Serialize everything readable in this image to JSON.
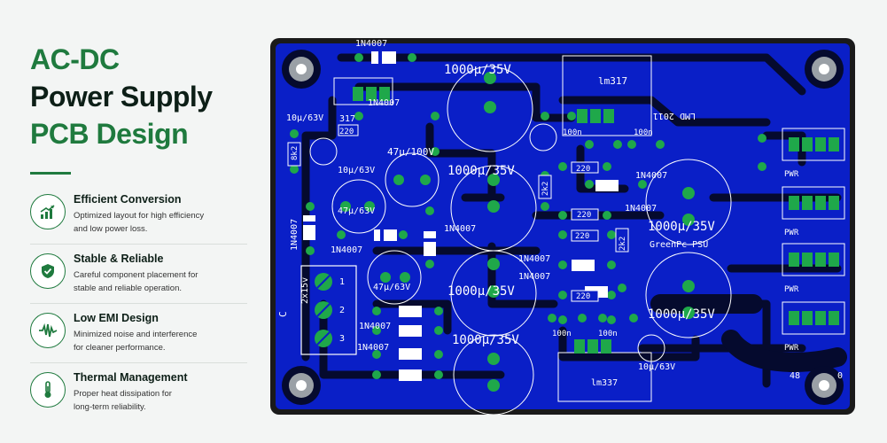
{
  "heading": {
    "line1": "AC-DC",
    "line2": "Power Supply",
    "line3": "PCB Design"
  },
  "features": [
    {
      "icon": "chart-growth-icon",
      "title": "Efficient Conversion",
      "desc1": "Optimized layout for high efficiency",
      "desc2": "and low power loss."
    },
    {
      "icon": "shield-check-icon",
      "title": "Stable & Reliable",
      "desc1": "Careful component placement for",
      "desc2": "stable and reliable operation."
    },
    {
      "icon": "waveform-icon",
      "title": "Low EMI Design",
      "desc1": "Minimized noise and interference",
      "desc2": "for cleaner performance."
    },
    {
      "icon": "thermometer-icon",
      "title": "Thermal Management",
      "desc1": "Proper heat dissipation for",
      "desc2": "long-term reliability."
    }
  ],
  "pcb": {
    "colors": {
      "board": "#0a1fc7",
      "trace": "#050a2e",
      "pad": "#1fa84a",
      "silk": "#ffffff",
      "frame": "#1a1a1a"
    },
    "labels": {
      "d_top": "1N4007",
      "cap_top": "1000µ/35V",
      "reg1": "lm317",
      "cap10a": "10µ/63V",
      "r317": "317",
      "r220a": "220",
      "r8k2": "8k2",
      "cap47a": "47µ/100V",
      "cap10b": "10µ/63V",
      "cap1000b": "1000µ/35V",
      "c100a": "100n",
      "c100b": "100n",
      "lmd": "LMD 2011",
      "r220b": "220",
      "r2k2a": "2k2",
      "d_mid": "1N4007",
      "d_mid2": "1N4007",
      "r220c": "220",
      "cap47b": "47µ/63V",
      "d_left": "1N4007",
      "d_left2": "1N4007",
      "r220d": "220",
      "r2k2b": "2k2",
      "cap1000c": "1000µ/35V",
      "cap1000d": "1000µ/35V",
      "green_psu": "GreenPc PSU",
      "d_mid3": "1N4007",
      "cap1000e": "1000µ/35V",
      "d_mid4": "1N4007",
      "r220e": "220",
      "cap47c": "47µ/63V",
      "term_label": "2x15v",
      "t1": "1",
      "t2": "2",
      "t3": "3",
      "d_bl1": "1N4007",
      "d_bl2": "1N4007",
      "d_bl3": "1N4007",
      "d_bl4": "1N4007",
      "cap1000f": "1000µ/35V",
      "c100c": "100n",
      "c100d": "100n",
      "reg2": "lm337",
      "cap10c": "10µ/63V",
      "pwr1": "PWR",
      "pwr2": "PWR",
      "pwr3": "PWR",
      "pwr4": "PWR",
      "n48": "48",
      "n0": "0",
      "c_side": "C"
    }
  }
}
